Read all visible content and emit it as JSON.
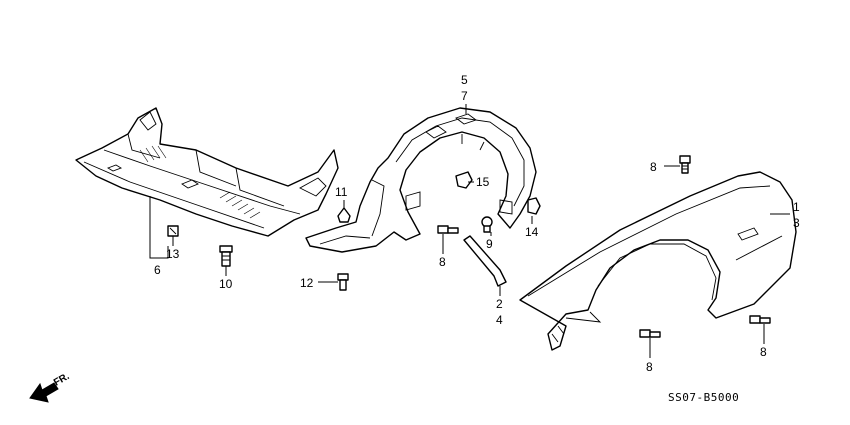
{
  "callouts": {
    "c5": "5",
    "c7": "7",
    "c8_top": "8",
    "c1": "1",
    "c3": "3",
    "c11": "11",
    "c15": "15",
    "c9": "9",
    "c14": "14",
    "c13": "13",
    "c6": "6",
    "c10": "10",
    "c8_mid": "8",
    "c12": "12",
    "c2": "2",
    "c4": "4",
    "c8_bottom_center": "8",
    "c8_bottom_right": "8"
  },
  "direction_label": "FR.",
  "diagram_code": "SS07-B5000",
  "colors": {
    "line": "#000000",
    "background": "#ffffff"
  },
  "icons": [
    "front-direction-arrow-icon"
  ]
}
